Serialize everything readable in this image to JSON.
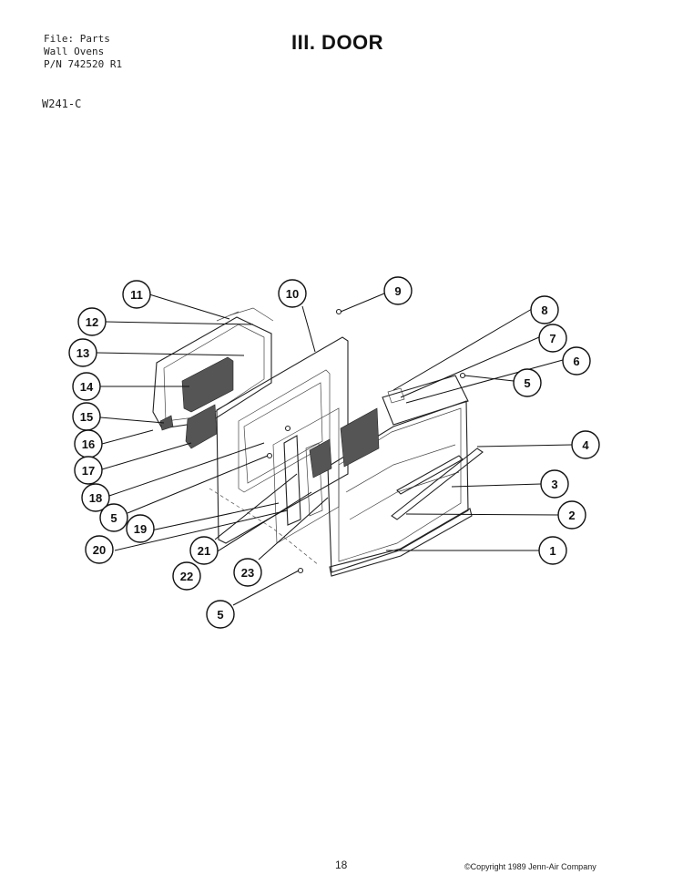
{
  "header": {
    "file_line": "File: Parts",
    "product_line": "Wall Ovens",
    "pn_line": "P/N 742520 R1",
    "model": "W241-C",
    "title": "III. DOOR"
  },
  "footer": {
    "page_number": "18",
    "copyright": "©Copyright 1989 Jenn-Air Company"
  },
  "callouts": {
    "c1": "1",
    "c2": "2",
    "c3": "3",
    "c4": "4",
    "c5a": "5",
    "c5b": "5",
    "c5c": "5",
    "c6": "6",
    "c7": "7",
    "c8": "8",
    "c9": "9",
    "c10": "10",
    "c11": "11",
    "c12": "12",
    "c13": "13",
    "c14": "14",
    "c15": "15",
    "c16": "16",
    "c17": "17",
    "c18": "18",
    "c19": "19",
    "c20": "20",
    "c21": "21",
    "c22": "22",
    "c23": "23"
  }
}
